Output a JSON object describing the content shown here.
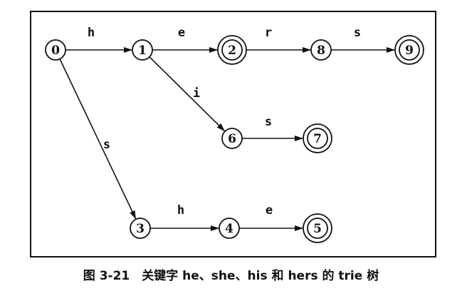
{
  "diagram": {
    "nodes": [
      {
        "id": "0",
        "label": "0",
        "accepting": false
      },
      {
        "id": "1",
        "label": "1",
        "accepting": false
      },
      {
        "id": "2",
        "label": "2",
        "accepting": true
      },
      {
        "id": "8",
        "label": "8",
        "accepting": false
      },
      {
        "id": "9",
        "label": "9",
        "accepting": true
      },
      {
        "id": "6",
        "label": "6",
        "accepting": false
      },
      {
        "id": "7",
        "label": "7",
        "accepting": true
      },
      {
        "id": "3",
        "label": "3",
        "accepting": false
      },
      {
        "id": "4",
        "label": "4",
        "accepting": false
      },
      {
        "id": "5",
        "label": "5",
        "accepting": true
      }
    ],
    "edges": [
      {
        "from": "0",
        "to": "1",
        "label": "h"
      },
      {
        "from": "1",
        "to": "2",
        "label": "e"
      },
      {
        "from": "2",
        "to": "8",
        "label": "r"
      },
      {
        "from": "8",
        "to": "9",
        "label": "s"
      },
      {
        "from": "1",
        "to": "6",
        "label": "i"
      },
      {
        "from": "6",
        "to": "7",
        "label": "s"
      },
      {
        "from": "0",
        "to": "3",
        "label": "s"
      },
      {
        "from": "3",
        "to": "4",
        "label": "h"
      },
      {
        "from": "4",
        "to": "5",
        "label": "e"
      }
    ]
  },
  "caption": {
    "text": "图 3-21　关键字 he、she、his 和 hers 的 trie 树"
  }
}
